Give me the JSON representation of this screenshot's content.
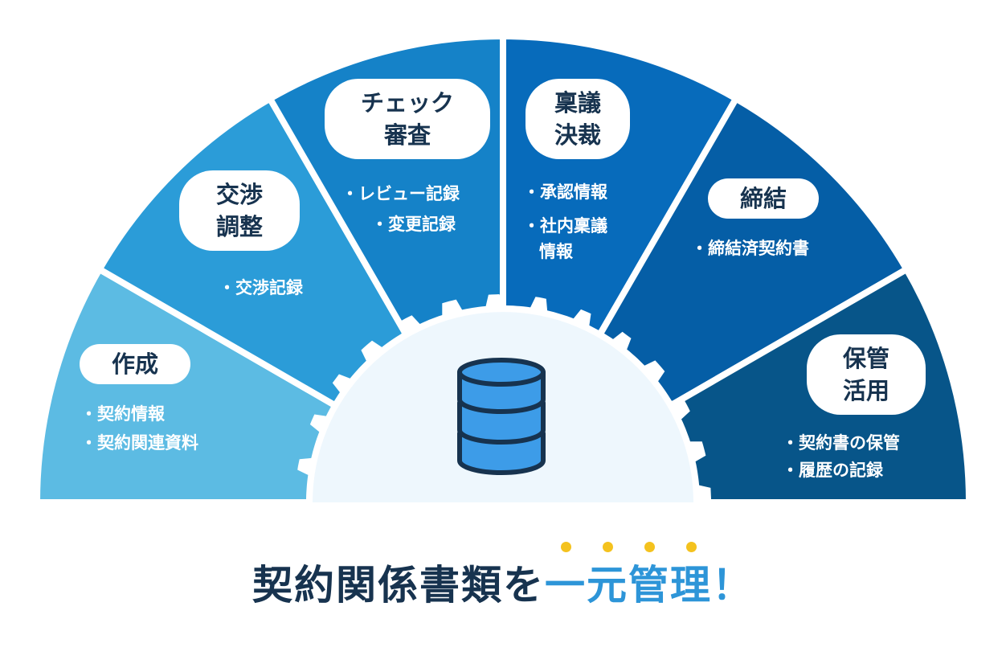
{
  "stages": [
    {
      "id": "create",
      "label": [
        "作成"
      ],
      "items": [
        "・契約情報",
        "・契約関連資料"
      ],
      "color": "#5cbbe3"
    },
    {
      "id": "negotiate",
      "label": [
        "交渉",
        "調整"
      ],
      "items": [
        "・交渉記録"
      ],
      "color": "#2b9cd8"
    },
    {
      "id": "review",
      "label": [
        "チェック",
        "審査"
      ],
      "items": [
        "・レビュー記録",
        "・変更記録"
      ],
      "color": "#1582c8"
    },
    {
      "id": "approval",
      "label": [
        "稟議",
        "決裁"
      ],
      "items": [
        "・承認情報",
        "・社内稟議",
        "情報"
      ],
      "color": "#076bbb"
    },
    {
      "id": "conclusion",
      "label": [
        "締結"
      ],
      "items": [
        "・締結済契約書"
      ],
      "color": "#055ea6"
    },
    {
      "id": "storage",
      "label": [
        "保管",
        "活用"
      ],
      "items": [
        "・契約書の保管",
        "・履歴の記録"
      ],
      "color": "#075589"
    }
  ],
  "center": {
    "icon": "database-icon",
    "fill": "#3d9ce8",
    "stroke": "#17334f",
    "hub_color": "#eef7fd"
  },
  "headline": {
    "main": "契約関係書類を",
    "emphasis": [
      "一",
      "元",
      "管",
      "理",
      "！"
    ]
  },
  "colors": {
    "text_dark": "#17334f",
    "accent": "#2d95d8",
    "dot": "#f4c21e"
  }
}
